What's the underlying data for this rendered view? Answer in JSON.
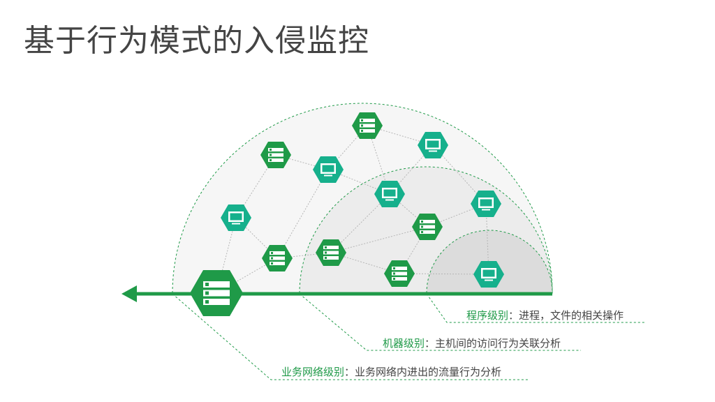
{
  "title": "基于行为模式的入侵监控",
  "levels": [
    {
      "name": "程序级别",
      "sep": "：",
      "desc": "进程，文件的相关操作"
    },
    {
      "name": "机器级别",
      "sep": "：",
      "desc": "主机间的访问行为关联分析"
    },
    {
      "name": "业务网络级别",
      "sep": "：",
      "desc": "业务网络内进出的流量行为分析"
    }
  ],
  "colors": {
    "accent": "#1f9a48",
    "server_node": "#1f9a48",
    "monitor_node": "#16b08c"
  },
  "node_types": [
    "server-icon",
    "monitor-icon"
  ]
}
